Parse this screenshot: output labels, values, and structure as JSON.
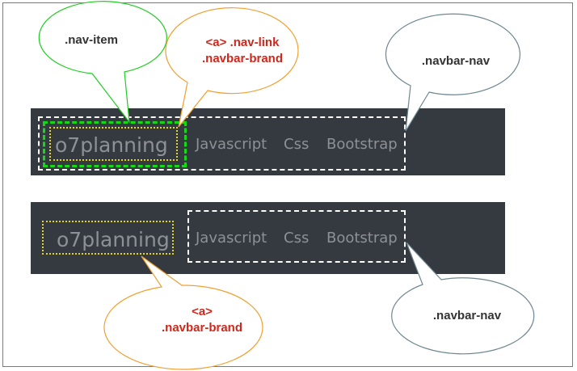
{
  "navbars": {
    "top": {
      "brand": "o7planning",
      "links": [
        "Javascript",
        "Css",
        "Bootstrap"
      ]
    },
    "bottom": {
      "brand": "o7planning",
      "links": [
        "Javascript",
        "Css",
        "Bootstrap"
      ]
    }
  },
  "callouts": {
    "nav_item": ".nav-item",
    "top_a_line1": "<a>  .nav-link",
    "top_a_line2": ".navbar-brand",
    "navbar_nav_top": ".navbar-nav",
    "bottom_a_line1": "<a>",
    "bottom_a_line2": ".navbar-brand",
    "navbar_nav_bottom": ".navbar-nav"
  },
  "colors": {
    "navbar_bg": "#343a40",
    "nav_text": "#8d9196",
    "green_outline": "#16d916",
    "yellow_outline": "#e6d61a",
    "callout_green": "#22cc22",
    "callout_orange": "#f0a030",
    "callout_gray": "#6f8790",
    "label_red": "#d0271b"
  }
}
